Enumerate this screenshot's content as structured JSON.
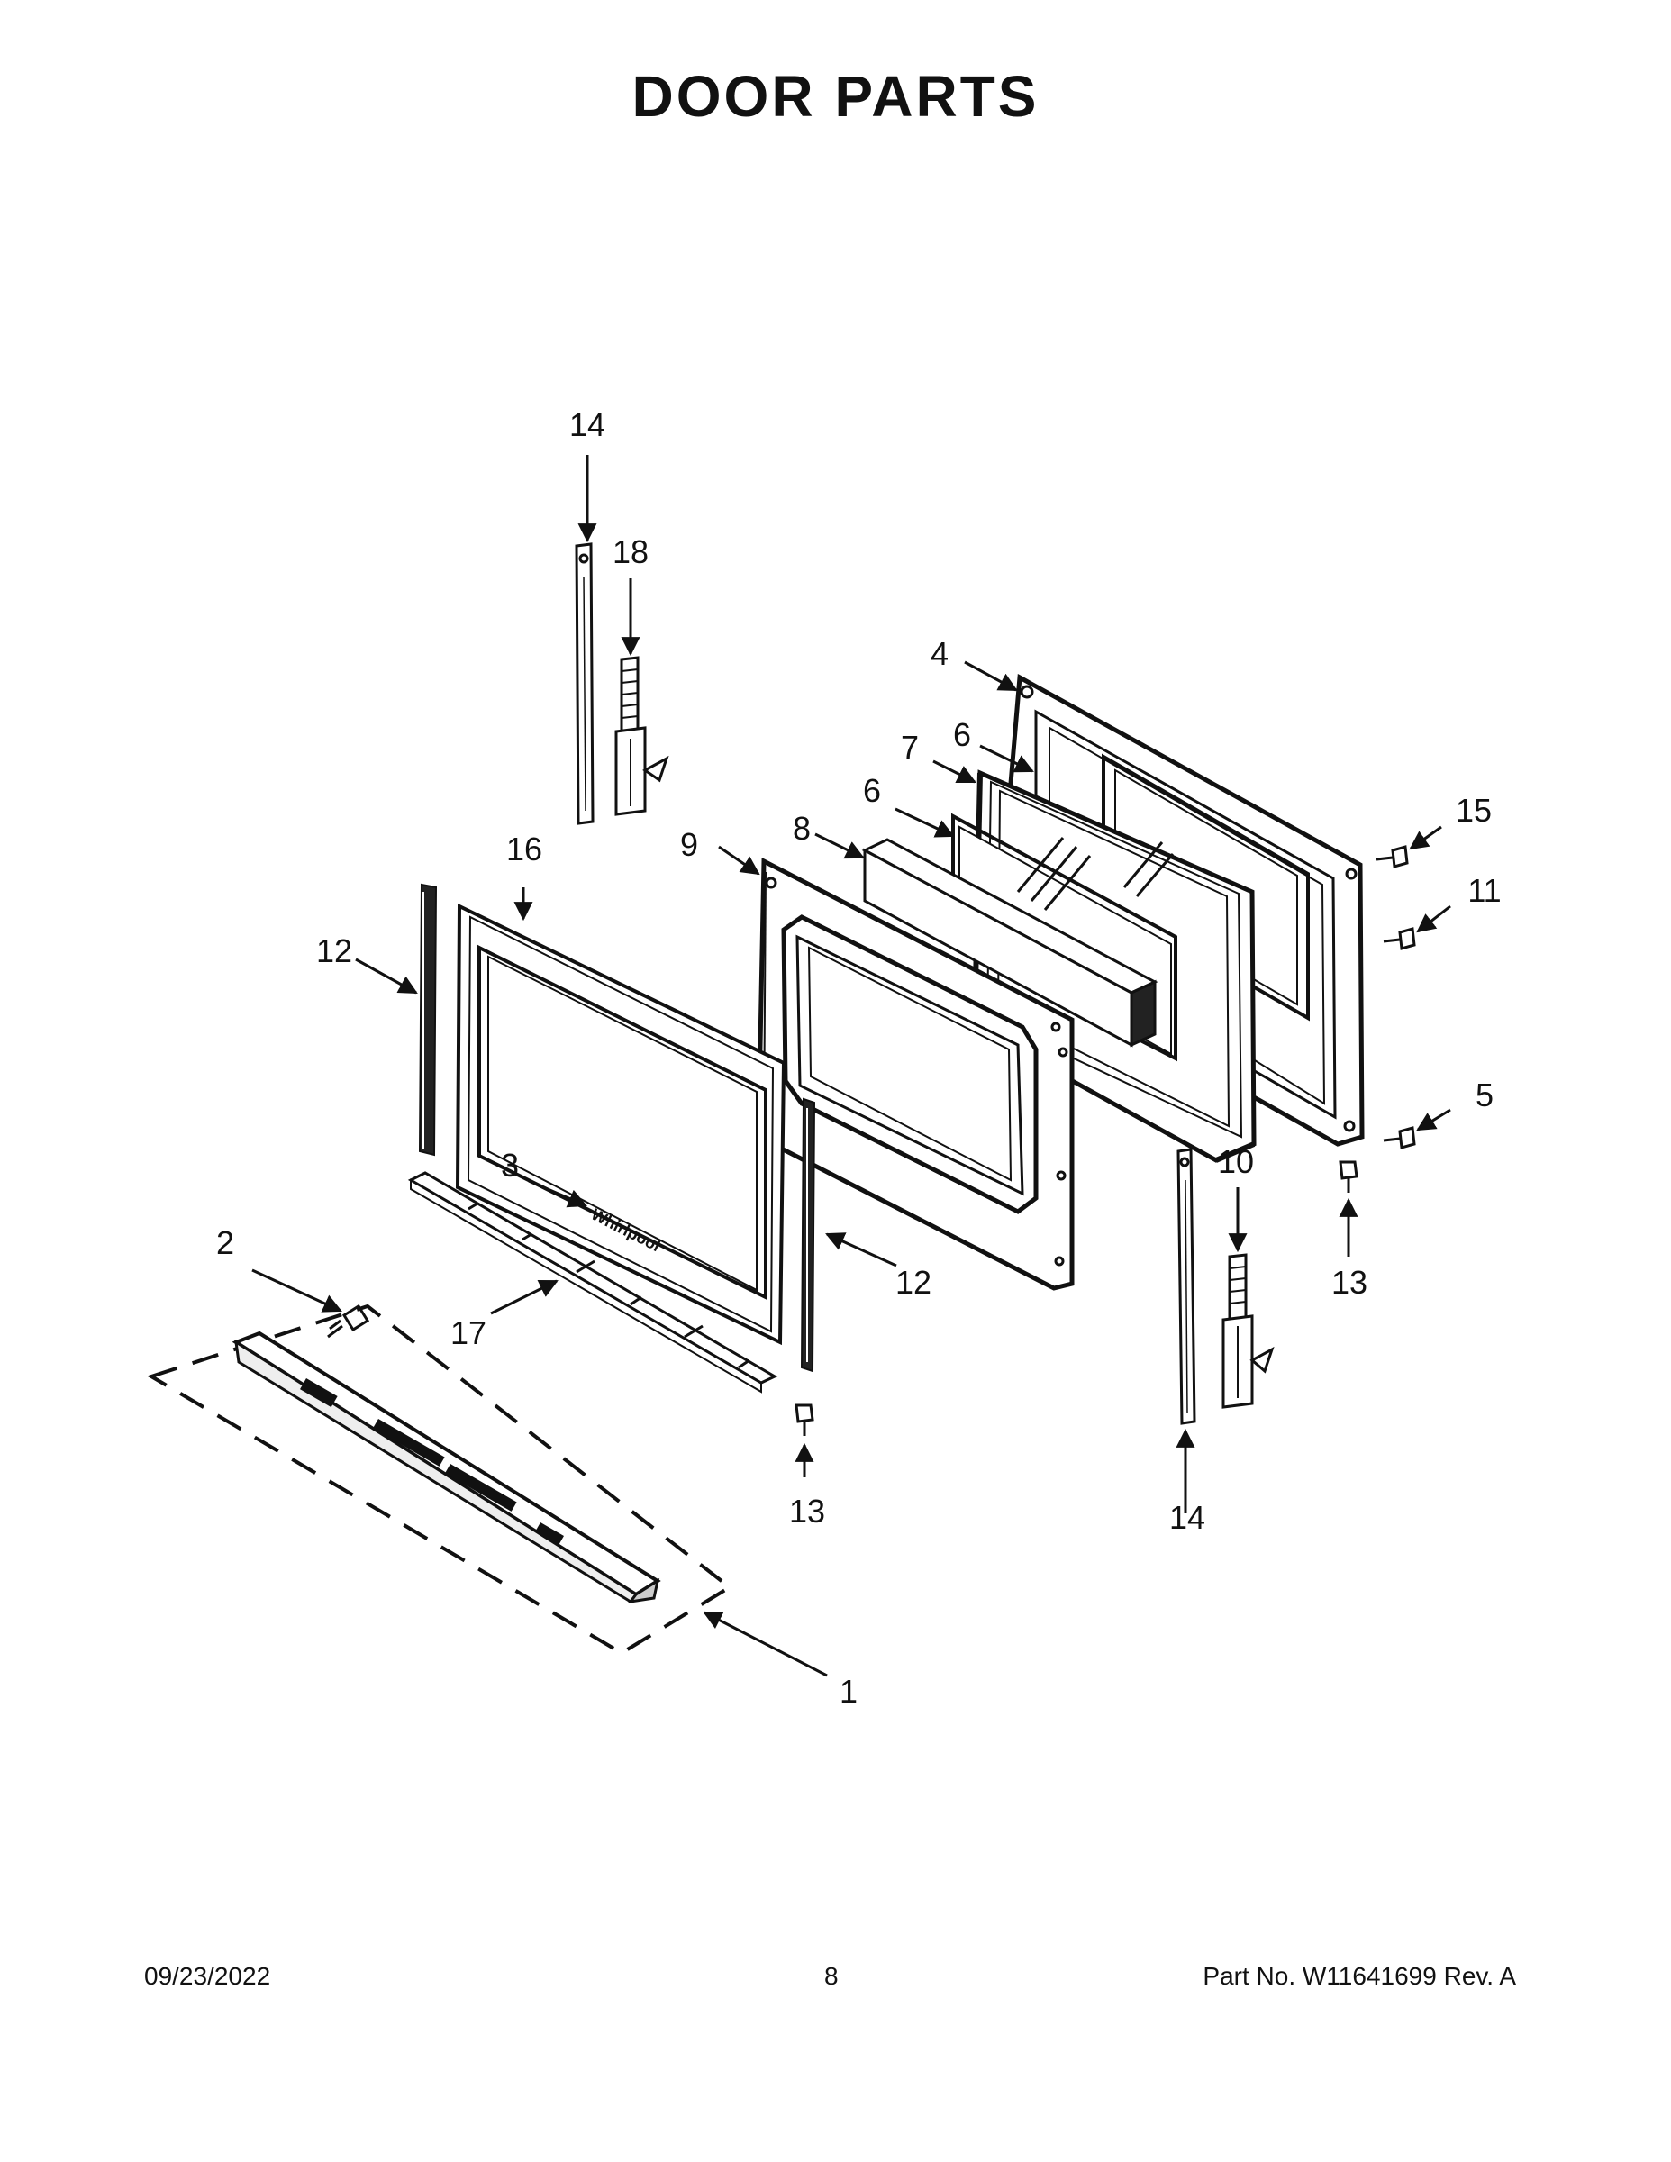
{
  "title": "DOOR PARTS",
  "callouts": {
    "c14a": "14",
    "c18": "18",
    "c16": "16",
    "c12a": "12",
    "c9": "9",
    "c8": "8",
    "c6a": "6",
    "c7": "7",
    "c6b": "6",
    "c4": "4",
    "c15": "15",
    "c11": "11",
    "c5": "5",
    "c3": "3",
    "c2": "2",
    "c17": "17",
    "c12b": "12",
    "c13a": "13",
    "c10": "10",
    "c13b": "13",
    "c14b": "14",
    "c1": "1"
  },
  "brand_mark": "Whirlpool",
  "footer": {
    "date": "09/23/2022",
    "page": "8",
    "part": "Part No.  W11641699  Rev.  A"
  }
}
